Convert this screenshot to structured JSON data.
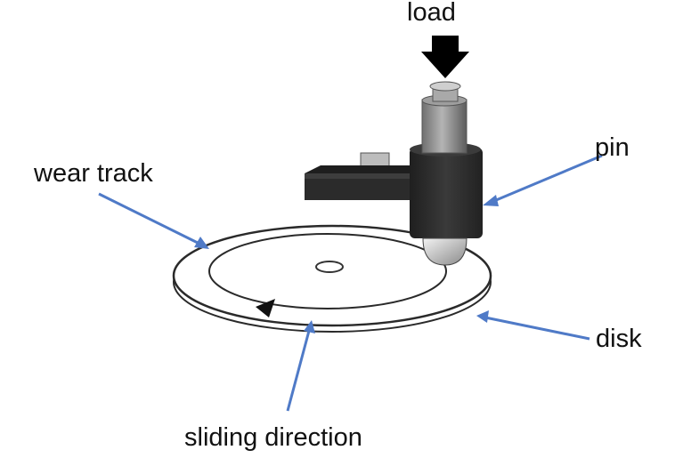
{
  "labels": {
    "load": "load",
    "pin": "pin",
    "wear_track": "wear track",
    "disk": "disk",
    "sliding_direction": "sliding direction"
  },
  "colors": {
    "leader_line": "#4f7ac7",
    "apparatus_dark": "#2b2b2b",
    "pin_grey": "#8c8c8c",
    "disk_outline": "#2a2a2a",
    "label_text": "#111111"
  }
}
